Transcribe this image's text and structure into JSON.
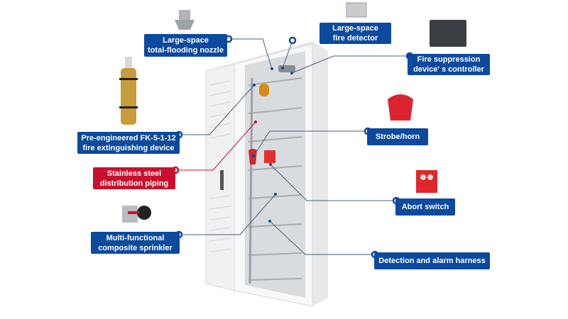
{
  "labels": {
    "nozzle": [
      "Large-space",
      "total-flooding nozzle"
    ],
    "detector": [
      "Large-space",
      "fire detector"
    ],
    "controller": [
      "Fire suppression",
      "device' s controller"
    ],
    "extinguisher": [
      "Pre-engineered FK-5-1-12",
      "fire extinguishing device"
    ],
    "piping": [
      "Stainless steel",
      "distribution piping"
    ],
    "sprinkler": [
      "Multi-functional",
      "composite sprinkler"
    ],
    "strobe": [
      "Strobe/horn"
    ],
    "abort": [
      "Abort switch"
    ],
    "harness": [
      "Detection and alarm harness"
    ]
  },
  "colors": {
    "label_blue": "#0b4a9e",
    "label_red": "#c8102e",
    "leader_line": "#4a5d78"
  }
}
